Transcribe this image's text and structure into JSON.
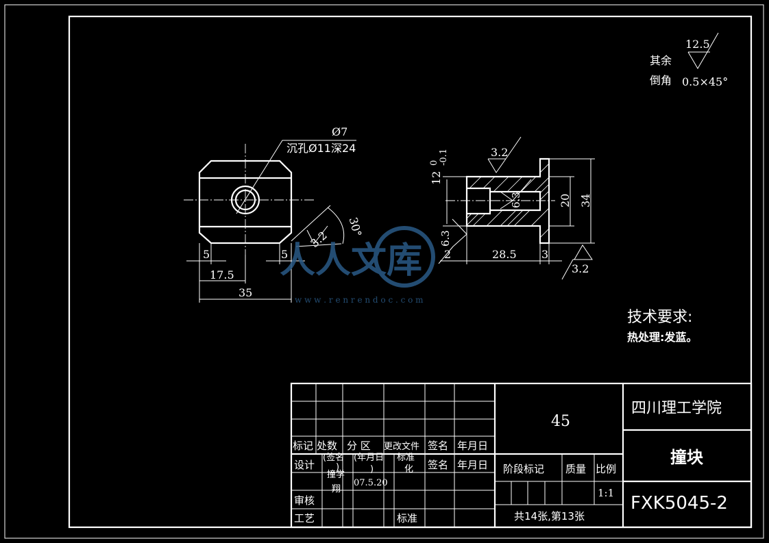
{
  "surface": {
    "rough_other_label_1": "其余",
    "rough_other_value": "12.5",
    "chamfer_label": "倒角",
    "chamfer_value": "0.5×45°"
  },
  "front_view": {
    "hole_dia": "Ø7",
    "counterbore": "沉孔Ø11深24",
    "dim_5_left": "5",
    "dim_5_right": "5",
    "dim_17_5": "17.5",
    "dim_35": "35",
    "angle_30": "30°",
    "rough_3_2": "3.2"
  },
  "side_view": {
    "rough_top": "3.2",
    "tol_upper": "0",
    "tol_lower": "-0.1",
    "dim_12": "12",
    "rough_inner": "6.3",
    "rough_left": "6.3",
    "dim_20": "20",
    "dim_34": "34",
    "dim_2": "2",
    "dim_28_5": "28.5",
    "dim_3": "3",
    "rough_bottom": "3.2"
  },
  "tech": {
    "title": "技术要求:",
    "item1": "热处理:发蓝。"
  },
  "watermark": {
    "text": "人人文库",
    "url": "w w w . r e n r e n d o c . c o m"
  },
  "title_block": {
    "material": "45",
    "school": "四川理工学院",
    "part_name": "撞块",
    "drawing_no": "FXK5045-2",
    "h_mark": "标记",
    "h_count": "处数",
    "h_zone": "分 区",
    "h_change_doc": "更改文件",
    "h_sign": "签名",
    "h_date": "年月日",
    "r_design": "设计",
    "r_sign_paren": "(签名",
    "r_close_paren": ")",
    "r_date_paren": "(年月日",
    "r_close_paren2": ")",
    "r_std": "标准",
    "r_std2": "化",
    "r_sign2": "签名",
    "r_date2": "年月日",
    "r_designer": "撞学",
    "r_designer2": "翔",
    "r_date_val": "07.5.20",
    "r_review": "审核",
    "r_process": "工艺",
    "r_approve": "标准",
    "stage_mark": "阶段标记",
    "mass": "质量",
    "scale": "比例",
    "scale_val": "1:1",
    "sheets": "共14张,第13张"
  }
}
